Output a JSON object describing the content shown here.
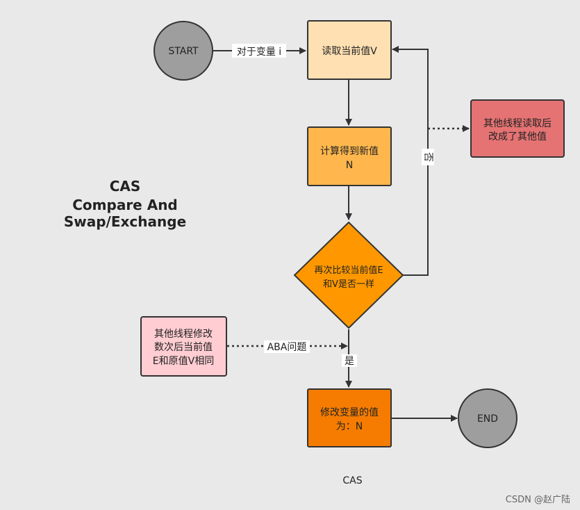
{
  "diagram": {
    "title_line1": "CAS",
    "title_line2": "Compare And Swap/Exchange",
    "footer_caption": "CAS",
    "watermark": "CSDN @赵广陆",
    "nodes": {
      "start": "START",
      "read": "读取当前值V",
      "compute_line1": "计算得到新值",
      "compute_line2": "N",
      "compare_line1": "再次比较当前值E",
      "compare_line2": "和V是否一样",
      "other_read_line1": "其他线程读取后",
      "other_read_line2": "改成了其他值",
      "aba_note_line1": "其他线程修改",
      "aba_note_line2": "数次后当前值",
      "aba_note_line3": "E和原值V相同",
      "modify_line1": "修改变量的值",
      "modify_line2": "为：N",
      "end": "END"
    },
    "edges": {
      "start_to_read": "对于变量 i",
      "no": "否",
      "yes": "是",
      "aba": "ABA问题"
    },
    "colors": {
      "terminal": "#9e9e9e",
      "read_box": "#ffe0b2",
      "compute_box": "#ffb74d",
      "compare_diamond": "#ff9800",
      "modify_box": "#f57c00",
      "other_thread_box": "#e57373",
      "aba_box": "#ffcdd2",
      "line": "#333333"
    }
  }
}
